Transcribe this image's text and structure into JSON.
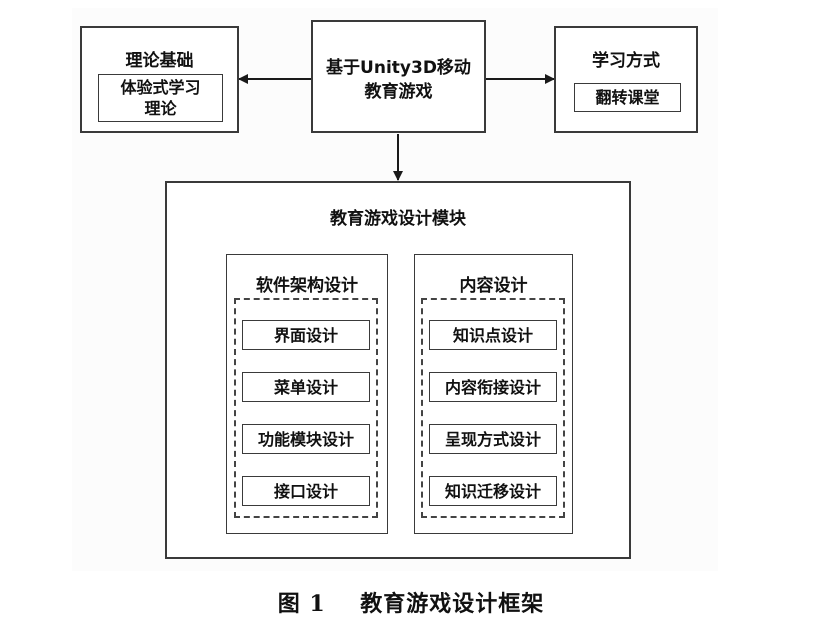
{
  "left_box": {
    "title": "理论基础",
    "inner_line1": "体验式学习",
    "inner_line2": "理论"
  },
  "center_box": {
    "line1": "基于Unity3D移动",
    "line2": "教育游戏"
  },
  "right_box": {
    "title": "学习方式",
    "inner": "翻转课堂"
  },
  "module": {
    "title": "教育游戏设计模块",
    "software": {
      "title": "软件架构设计",
      "items": [
        "界面设计",
        "菜单设计",
        "功能模块设计",
        "接口设计"
      ]
    },
    "content": {
      "title": "内容设计",
      "items": [
        "知识点设计",
        "内容衔接设计",
        "呈现方式设计",
        "知识迁移设计"
      ]
    }
  },
  "caption": {
    "label": "图 1",
    "title": "教育游戏设计框架"
  }
}
